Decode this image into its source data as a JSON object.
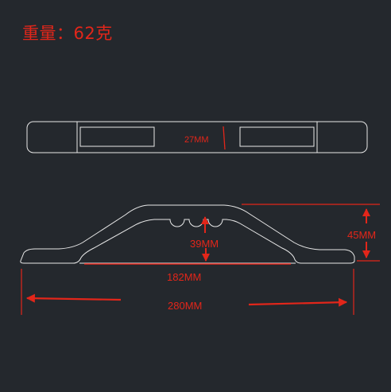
{
  "weight_label": "重量：62克",
  "dimensions": {
    "width_label": "27MM",
    "height_label": "45MM",
    "inner_height_label": "39MM",
    "inner_span_label": "182MM",
    "total_length_label": "280MM"
  },
  "colors": {
    "background": "#24282d",
    "outline": "#e8e8e8",
    "annotation": "#e2261a"
  }
}
